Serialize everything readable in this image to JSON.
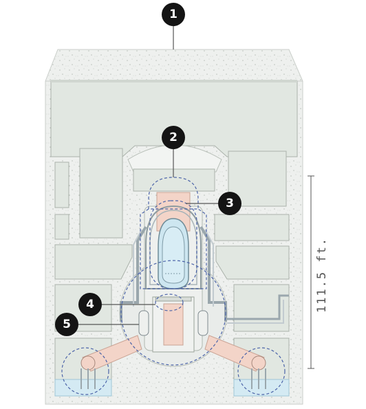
{
  "callouts": [
    {
      "label": "1"
    },
    {
      "label": "2"
    },
    {
      "label": "3"
    },
    {
      "label": "4"
    },
    {
      "label": "5"
    }
  ],
  "dimension": {
    "label": "111.5 ft."
  },
  "colors": {
    "concrete": "#eef0ee",
    "compartment": "#e2e8e2",
    "steel": "#f3d7cd",
    "coolant": "#d6eaf2",
    "dashed": "#4b63a8",
    "callout": "#141414"
  }
}
